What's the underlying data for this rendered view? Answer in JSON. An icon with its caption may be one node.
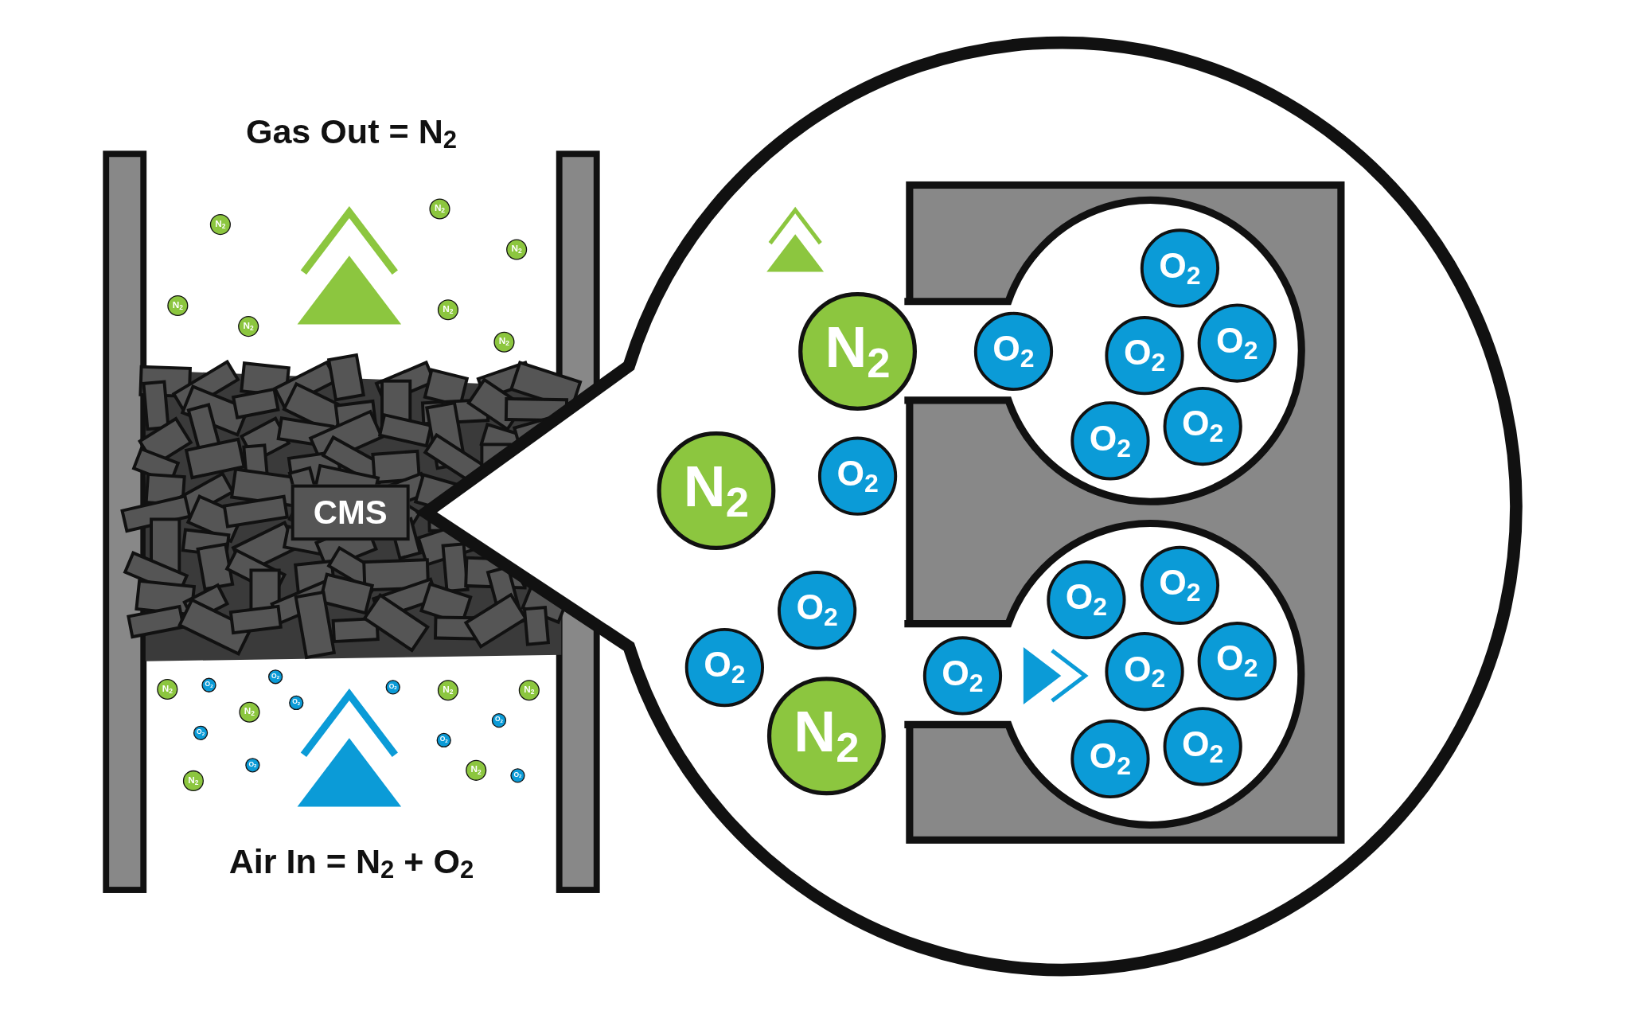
{
  "diagram": {
    "nodes": [
      {
        "text": [
          "N$_{2}$"
        ]
      },
      {
        "text": [
          "N$_{2}$"
        ]
      },
      {
        "text": [
          "N$_{2}$"
        ]
      },
      {
        "text": [
          "N$_{2}$"
        ]
      },
      {
        "text": [
          "N$_{2}$"
        ]
      },
      {
        "text": [
          "N$_{2}$"
        ]
      },
      {
        "text": [
          "N$_{2}$"
        ]
      },
      {
        "text": [
          "CMS"
        ]
      },
      {
        "text": [
          "O$_{2}$"
        ]
      },
      {
        "text": [
          "O$_{2}$"
        ]
      },
      {
        "text": [
          "N$_{2}$"
        ]
      },
      {
        "text": [
          "O$_{2}$"
        ]
      },
      {
        "text": [
          "N$_{2}$"
        ]
      },
      {
        "text": [
          "N$_{2}$"
        ]
      },
      {
        "text": [
          "O$_{2}$"
        ]
      },
      {
        "text": [
          "N$_{2}$"
        ]
      },
      {
        "text": [
          "O$_{2}$"
        ]
      },
      {
        "text": [
          "O$_{2}$"
        ]
      },
      {
        "text": [
          "O$_{2}$"
        ]
      },
      {
        "text": [
          "N$_{2}$"
        ]
      },
      {
        "text": [
          "O$_{2}$"
        ]
      },
      {
        "text": [
          "O$_{2}$"
        ]
      },
      {
        "text": [
          "N$_{2}$"
        ]
      },
      {
        "text": [
          "O$_{2}$"
        ]
      },
      {
        "text": [
          "N$_{2}$"
        ]
      },
      {
        "text": [
          "O$_{2}$"
        ]
      },
      {
        "text": [
          "O$_{2}$"
        ]
      },
      {
        "text": [
          "O$_{2}$"
        ]
      },
      {
        "text": [
          "O$_{2}$"
        ]
      },
      {
        "text": [
          "N$_{2}$"
        ]
      },
      {
        "text": [
          "O$_{2}$"
        ]
      },
      {
        "text": [
          "O$_{2}$"
        ]
      },
      {
        "text": [
          "O$_{2}$"
        ]
      },
      {
        "text": [
          "O$_{2}$"
        ]
      },
      {
        "text": [
          "O$_{2}$"
        ]
      },
      {
        "text": [
          "O$_{2}$"
        ]
      },
      {
        "text": [
          "O$_{2}$"
        ]
      },
      {
        "text": [
          "O$_{2}$"
        ]
      },
      {
        "text": [
          "O$_{2}$"
        ]
      },
      {
        "text": [
          "N$_{2}$"
        ]
      },
      {
        "text": [
          "O$_{2}$"
        ]
      },
      {
        "text": [
          "O$_{2}$"
        ]
      }
    ],
    "labels": [
      "Gas Out = N$_{2}$",
      "Air In = N$_{2}$ + O$_{2}$"
    ]
  }
}
